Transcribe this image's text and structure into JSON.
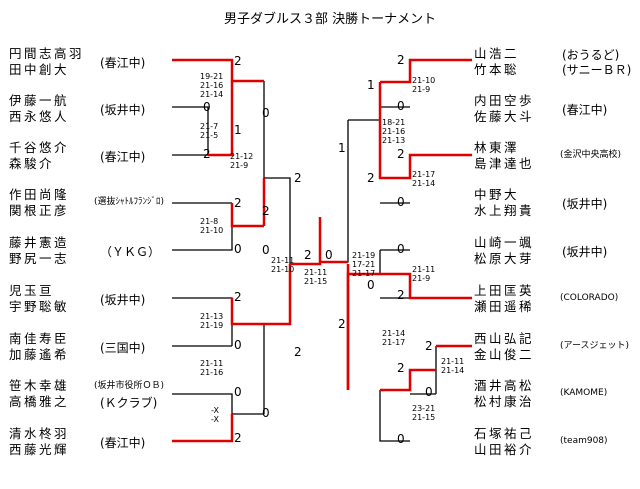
{
  "title": "男子ダブルス３部 決勝トーナメント",
  "left_entries": [
    {
      "p1": "円間志高羽",
      "p2": "田中創大",
      "team": "(春江中)"
    },
    {
      "p1": "伊藤一航",
      "p2": "西永悠人",
      "team": "(坂井中)"
    },
    {
      "p1": "千谷悠介",
      "p2": "森駿介",
      "team": "(春江中)"
    },
    {
      "p1": "作田尚隆",
      "p2": "関根正彦",
      "team": "(選抜ｼｬﾄﾙﾌﾗﾝｼﾞﾛ)"
    },
    {
      "p1": "藤井憲造",
      "p2": "野尻一志",
      "team": "（ＹＫＧ）"
    },
    {
      "p1": "児玉亘",
      "p2": "宇野聡敏",
      "team": "(坂井中)"
    },
    {
      "p1": "南佳寿臣",
      "p2": "加藤遙希",
      "team": "(三国中)"
    },
    {
      "p1": "笹木幸雄",
      "p2": "高橋雅之",
      "team": "(坂井市役所ＯＢ)",
      "team2": "(Ｋクラブ)"
    },
    {
      "p1": "清水柊羽",
      "p2": "西藤光輝",
      "team": "(春江中)"
    }
  ],
  "right_entries": [
    {
      "p1": "山浩二",
      "p2": "竹本聡",
      "team": "(おうるど)",
      "team2": "(サニーＢＲ)"
    },
    {
      "p1": "内田空歩",
      "p2": "佐藤大斗",
      "team": "(春江中)"
    },
    {
      "p1": "林東澤",
      "p2": "島津達也",
      "team": "(金沢中央高校)"
    },
    {
      "p1": "中野大",
      "p2": "水上翔貴",
      "team": "(坂井中)"
    },
    {
      "p1": "山崎一颯",
      "p2": "松原大芽",
      "team": "(坂井中)"
    },
    {
      "p1": "上田匡英",
      "p2": "瀬田遥稀",
      "team": "(COLORADO)"
    },
    {
      "p1": "西山弘記",
      "p2": "金山俊二",
      "team": "(アースジェット)"
    },
    {
      "p1": "酒井高松",
      "p2": "松村康治",
      "team": "(KAMOME)"
    },
    {
      "p1": "石塚祐己",
      "p2": "山田裕介",
      "team": "(team908)"
    }
  ],
  "scores": {
    "L1a": "2",
    "L23a": "0",
    "L23b": "1",
    "L3c": "2",
    "L23c": "0",
    "L123a": "2",
    "L123b": "0",
    "L4a": "2",
    "L5a": "0",
    "L45a": "2",
    "L6a": "2",
    "L7a": "0",
    "L67a": "2",
    "L8a": "0",
    "L9a": "2",
    "L89a": "0",
    "LTOPa": "0",
    "LMID": "2",
    "LBOT": "2",
    "LF": "2",
    "RF": "0",
    "R1a": "2",
    "R2a": "0",
    "R12a": "1",
    "R3a": "2",
    "R4a": "0",
    "R34a": "2",
    "R1234": "1",
    "R5a": "0",
    "R6a": "2",
    "R56a": "0",
    "R7a": "2",
    "R8a": "0",
    "R78a": "2",
    "R9a": "0",
    "R789a": "0",
    "R5678": "2"
  },
  "set_scores": {
    "L1_23": [
      "19-21",
      "21-16",
      "21-14"
    ],
    "L2_3": [
      "21-7",
      "21-5"
    ],
    "L123_45": [
      "21-12",
      "21-9"
    ],
    "L4_5": [
      "21-8",
      "21-10"
    ],
    "L6_7": [
      "21-13",
      "21-19"
    ],
    "L89_67": [
      "21-11",
      "21-16"
    ],
    "L8_9": [
      "-X",
      "-X"
    ],
    "L_semi": [
      "21-11",
      "21-10"
    ],
    "final": [
      "21-11",
      "21-15"
    ],
    "R1_2": [
      "21-10",
      "21-9"
    ],
    "R12_34": [
      "18-21",
      "21-16",
      "21-13"
    ],
    "R3_4": [
      "21-17",
      "21-14"
    ],
    "R_semi": [
      "21-19",
      "17-21",
      "21-17"
    ],
    "R5_6": [
      "21-11",
      "21-9"
    ],
    "R56_789": [
      "21-14",
      "21-17"
    ],
    "R7_8": [
      "21-11",
      "21-14"
    ],
    "R78_9": [
      "23-21",
      "21-15"
    ]
  },
  "colors": {
    "winner": "#e00000",
    "line": "#000000"
  }
}
